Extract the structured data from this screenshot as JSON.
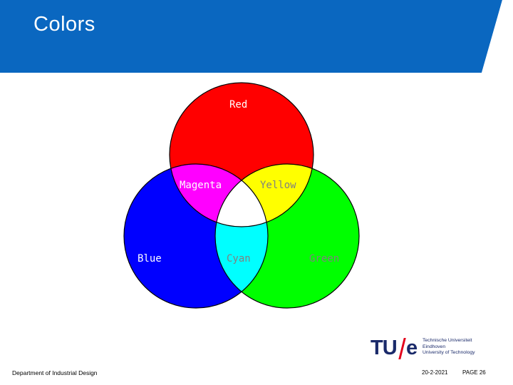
{
  "slide": {
    "title": "Colors",
    "header_color": "#0a67c0"
  },
  "venn": {
    "circles": [
      {
        "label": "Red",
        "color": "#ff0000"
      },
      {
        "label": "Blue",
        "color": "#0000ff"
      },
      {
        "label": "Green",
        "color": "#00ff00"
      }
    ],
    "overlaps": [
      {
        "label": "Magenta",
        "color": "#ff00ff"
      },
      {
        "label": "Yellow",
        "color": "#ffff00"
      },
      {
        "label": "Cyan",
        "color": "#00ffff"
      }
    ],
    "center_color": "#ffffff"
  },
  "footer": {
    "department": "Department of Industrial Design",
    "date": "20-2-2021",
    "page": "PAGE 26"
  },
  "logo": {
    "mark": "TU",
    "mark_e": "e",
    "lines": [
      "Technische Universiteit",
      "Eindhoven",
      "University of Technology"
    ]
  }
}
